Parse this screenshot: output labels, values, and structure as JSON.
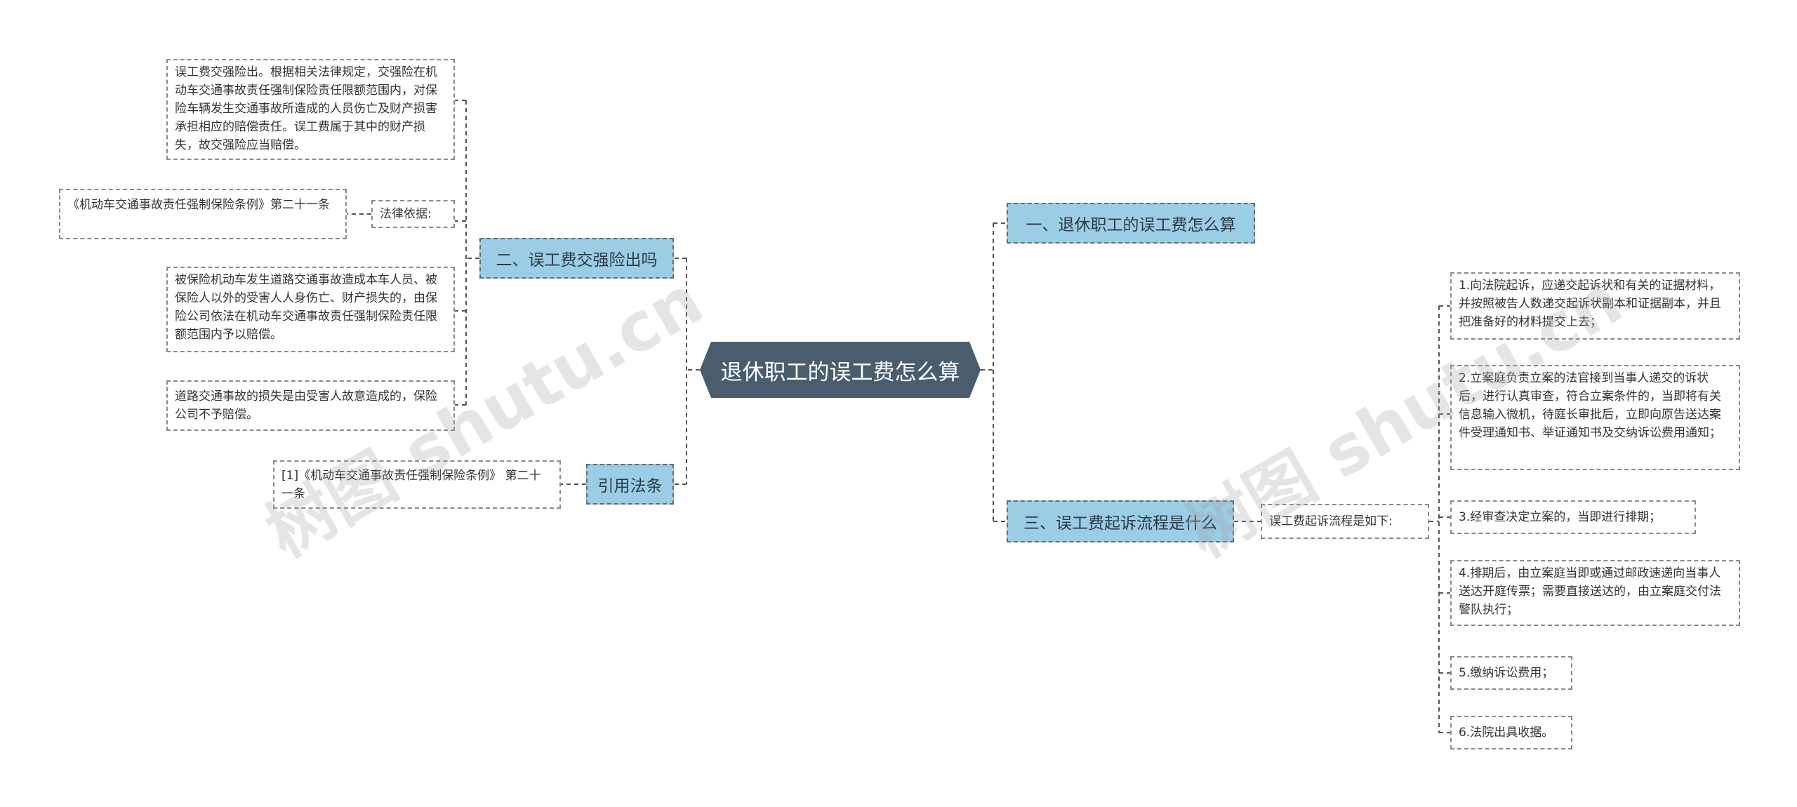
{
  "root": {
    "title": "退休职工的误工费怎么算"
  },
  "branches": {
    "b1": "一、退休职工的误工费怎么算",
    "b2": "二、误工费交强险出吗",
    "b3": "三、误工费起诉流程是什么",
    "b4": "引用法条"
  },
  "left": {
    "jiaoqiang_text": "误工费交强险出。根据相关法律规定，交强险在机动车交通事故责任强制保险责任限额范围内，对保险车辆发生交通事故所造成的人员伤亡及财产损害承担相应的赔偿责任。误工费属于其中的财产损失，故交强险应当赔偿。",
    "legal_basis_label": "法律依据:",
    "legal_basis_source": "《机动车交通事故责任强制保险条例》第二十一条",
    "accident_text": "被保险机动车发生道路交通事故造成本车人员、被保险人以外的受害人人身伤亡、财产损失的，由保险公司依法在机动车交通事故责任强制保险责任限额范围内予以赔偿。",
    "intentional_text": "道路交通事故的损失是由受害人故意造成的，保险公司不予赔偿。",
    "cited_law": "[1]《机动车交通事故责任强制保险条例》 第二十一条"
  },
  "right": {
    "process_label": "误工费起诉流程是如下:",
    "steps": [
      "1.向法院起诉，应递交起诉状和有关的证据材料，并按照被告人数递交起诉状副本和证据副本，并且把准备好的材料提交上去；",
      "2.立案庭负责立案的法官接到当事人递交的诉状后，进行认真审查，符合立案条件的，当即将有关信息输入微机，待庭长审批后，立即向原告送达案件受理通知书、举证通知书及交纳诉讼费用通知；",
      "3.经审查决定立案的，当即进行排期；",
      "4.排期后，由立案庭当即或通过邮政速递向当事人送达开庭传票；需要直接送达的，由立案庭交付法警队执行；",
      "5.缴纳诉讼费用；",
      "6.法院出具收据。"
    ]
  },
  "watermarks": [
    "树图 shutu.cn",
    "树图 shutu.cn"
  ],
  "colors": {
    "root_bg": "#4a5d6e",
    "branch_bg": "#9ccde6",
    "line": "#555555"
  }
}
